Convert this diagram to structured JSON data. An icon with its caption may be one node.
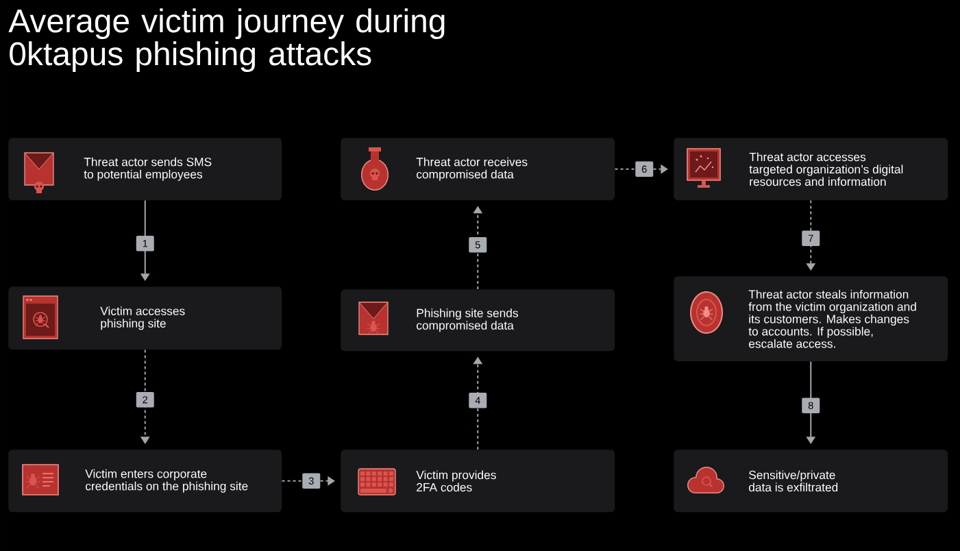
{
  "diagram": {
    "title": "Average victim journey during 0ktapus phishing attacks",
    "nodes": [
      {
        "text": [
          "Threat actor sends SMS to potential employees"
        ]
      },
      {
        "text": [
          "Victim accesses phishing site"
        ]
      },
      {
        "text": [
          "Victim enters corporate credentials on the phishing site"
        ]
      },
      {
        "text": [
          "Victim provides 2FA codes"
        ]
      },
      {
        "text": [
          "Phishing site sends compromised data"
        ]
      },
      {
        "text": [
          "Threat actor receives compromised data"
        ]
      },
      {
        "text": [
          "Threat actor accesses targeted organization’s digital resources and information"
        ]
      },
      {
        "text": [
          "Threat actor steals information from the victim organization and its customers. Makes changes to accounts. If possible, escalate access."
        ]
      },
      {
        "text": [
          "Sensitive/private data is exfiltrated"
        ]
      }
    ],
    "edges": [
      {
        "from": 0,
        "to": 1,
        "arrow": "to",
        "label": "1"
      },
      {
        "from": 1,
        "to": 2,
        "arrow": "to",
        "label": "2",
        "style": "dashed"
      },
      {
        "from": 2,
        "to": 3,
        "arrow": "to",
        "label": "3",
        "style": "dashed"
      },
      {
        "from": 3,
        "to": 4,
        "arrow": "to",
        "label": "4",
        "style": "dashed"
      },
      {
        "from": 4,
        "to": 5,
        "arrow": "to",
        "label": "5",
        "style": "dashed"
      },
      {
        "from": 5,
        "to": 6,
        "arrow": "to",
        "label": "6",
        "style": "dashed"
      },
      {
        "from": 6,
        "to": 7,
        "arrow": "to",
        "label": "7",
        "style": "dashed"
      },
      {
        "from": 7,
        "to": 8,
        "arrow": "to",
        "label": "8"
      }
    ]
  }
}
